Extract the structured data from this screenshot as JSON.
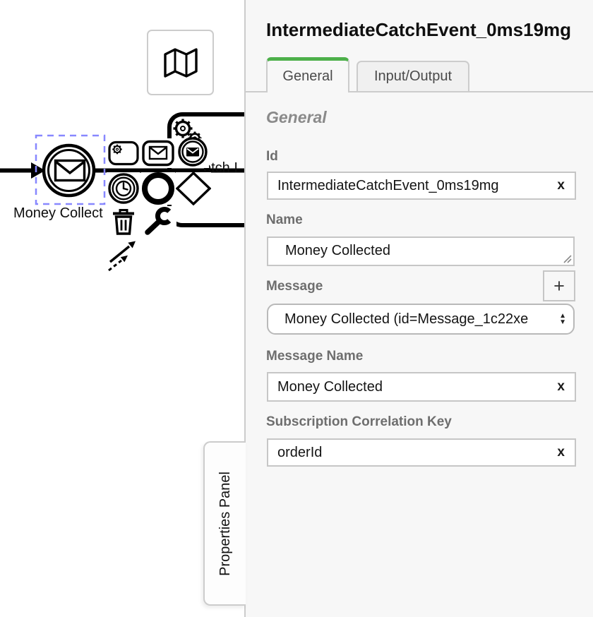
{
  "canvas": {
    "selected_event": {
      "type": "message-intermediate-catch-event",
      "label": "Money Collect"
    },
    "task_label_fragment": "etch I",
    "context_pad_items": [
      "append-task",
      "append-receive-task",
      "append-message-intermediate-catch-event",
      "append-timer-intermediate-catch-event",
      "append-end-event",
      "append-gateway",
      "delete",
      "change-type",
      "connect"
    ],
    "minimap_icon": "map",
    "colors": {
      "selection": "#8888ff",
      "shape_stroke": "#000000"
    }
  },
  "properties_panel": {
    "title": "IntermediateCatchEvent_0ms19mg",
    "tabs": [
      {
        "label": "General"
      },
      {
        "label": "Input/Output"
      }
    ],
    "active_tab": "General",
    "accent_color": "#4db04a",
    "section_heading": "General",
    "fields": [
      {
        "label": "Id",
        "value": "IntermediateCatchEvent_0ms19mg",
        "type": "text",
        "clearable": true
      },
      {
        "label": "Name",
        "value": "Money Collected",
        "type": "textarea"
      },
      {
        "label": "Message",
        "value": "Money Collected (id=Message_1c22xe",
        "type": "select",
        "add_button": "+"
      },
      {
        "label": "Message Name",
        "value": "Money Collected",
        "type": "text",
        "clearable": true
      },
      {
        "label": "Subscription Correlation Key",
        "value": "orderId",
        "type": "text",
        "clearable": true
      }
    ],
    "side_tab_label": "Properties Panel"
  },
  "icons": {
    "clear": "x",
    "plus": "+",
    "spinner_up": "▲",
    "spinner_down": "▼"
  }
}
